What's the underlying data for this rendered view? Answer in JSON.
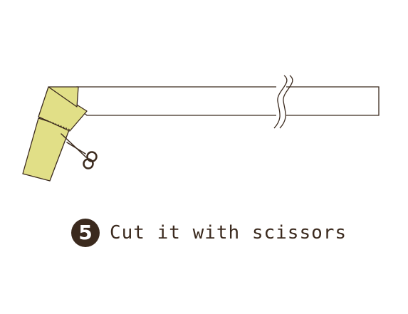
{
  "step": {
    "number": "5",
    "caption": "Cut it with scissors"
  },
  "colors": {
    "outline": "#3b2a1e",
    "tape_fill": "#e1df87",
    "strip_fill": "#ffffff",
    "badge_fill": "#3b2a1e",
    "caption_text": "#3b2a1e"
  },
  "icons": [
    "scissors-icon",
    "break-mark-icon",
    "cut-line"
  ]
}
